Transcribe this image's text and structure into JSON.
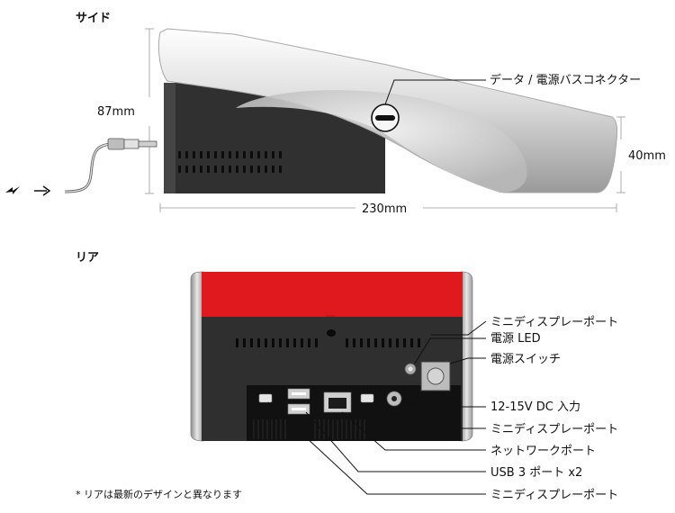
{
  "side": {
    "heading": "サイド",
    "height_label": "87mm",
    "width_label": "230mm",
    "front_height_label": "40mm",
    "connector_label": "データ / 電源バスコネクター"
  },
  "rear": {
    "heading": "リア",
    "labels": {
      "minidp_1": "ミニディスプレーポート",
      "power_led": "電源 LED",
      "power_switch": "電源スイッチ",
      "dc_input": "12-15V DC 入力",
      "minidp_2": "ミニディスプレーポート",
      "network": "ネットワークポート",
      "usb": "USB 3 ポート x2",
      "minidp_3": "ミニディスプレーポート"
    }
  },
  "footnote": "* リアは最新のデザインと異なります",
  "colors": {
    "red": "#e0191e",
    "dark": "#2f2f2f",
    "black": "#111111",
    "silver": "#d8d8d8"
  }
}
